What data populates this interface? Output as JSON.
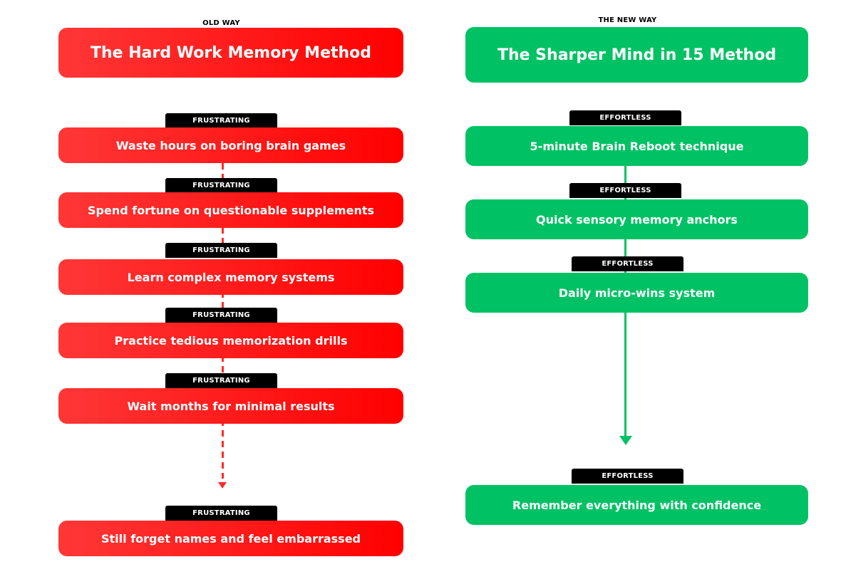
{
  "old_way": {
    "label": "OLD WAY",
    "title": "The Hard Work Memory Method",
    "tag": "FRUSTRATING",
    "steps": [
      "Waste hours on boring brain games",
      "Spend fortune on questionable supplements",
      "Learn complex memory systems",
      "Practice tedious memorization drills",
      "Wait months for minimal results"
    ],
    "final": "Still forget names and feel embarrassed",
    "color": "#ff0000"
  },
  "new_way": {
    "label": "THE NEW WAY",
    "title": "The Sharper Mind in 15 Method",
    "tag": "EFFORTLESS",
    "steps": [
      "5-minute Brain Reboot technique",
      "Quick sensory memory anchors",
      "Daily micro-wins system"
    ],
    "final": "Remember everything with confidence",
    "color": "#00c264"
  }
}
